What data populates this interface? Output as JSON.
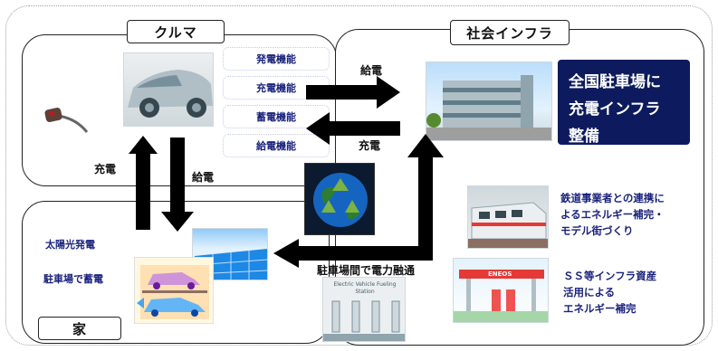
{
  "regions": {
    "car": {
      "title": "クルマ",
      "functions": [
        "発電機能",
        "充電機能",
        "蓄電機能",
        "給電機能"
      ]
    },
    "infra": {
      "title": "社会インフラ",
      "highlight": [
        "全国駐車場に",
        "充電インフラ",
        "整備"
      ]
    },
    "home": {
      "title": "家",
      "items": [
        "太陽光発電",
        "駐車場で蓄電"
      ]
    }
  },
  "arrows": {
    "car_to_infra": "給電",
    "infra_to_car": "充電",
    "home_to_car": "充電",
    "car_to_home": "給電",
    "parking_interchange": "駐車場間で電力融通"
  },
  "notes": {
    "railway": [
      "鉄道事業者との連携に",
      "よるエネルギー補完・",
      "モデル街づくり"
    ],
    "ss": [
      "ＳＳ等インフラ資産",
      "活用による",
      "エネルギー補完"
    ]
  },
  "photos": {
    "station_sign": "Electric Vehicle Fueling Station",
    "ss_sign": "ENEOS"
  }
}
